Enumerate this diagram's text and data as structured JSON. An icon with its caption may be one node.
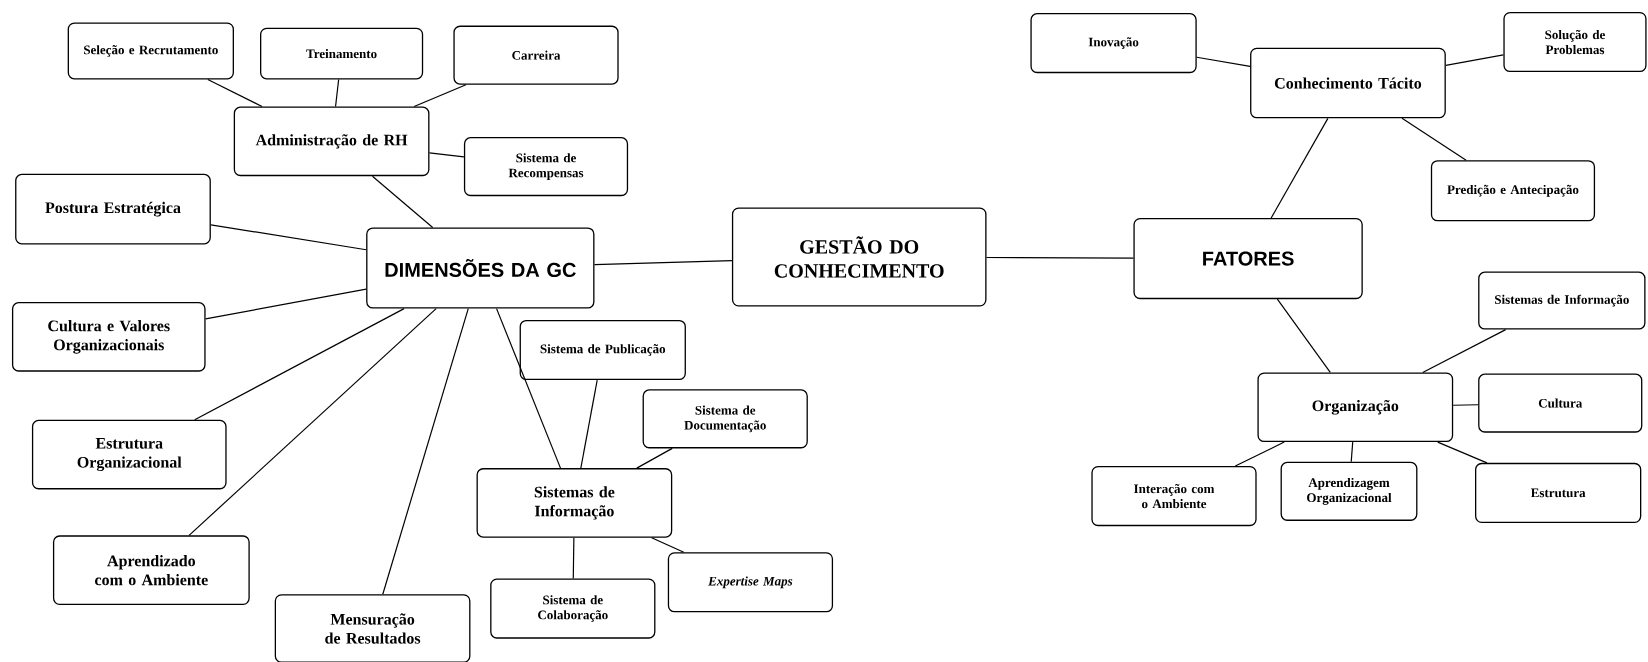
{
  "diagram": {
    "nodes": [
      {
        "text": [
          "Seleção e Recrutamento"
        ]
      },
      {
        "text": [
          "Treinamento"
        ]
      },
      {
        "text": [
          "Carreira"
        ]
      },
      {
        "text": [
          "Administração de RH"
        ]
      },
      {
        "text": [
          "Sistema de Recompensas"
        ]
      },
      {
        "text": [
          "Postura Estratégica"
        ]
      },
      {
        "text": [
          "DIMENSÕES DA GC"
        ]
      },
      {
        "text": [
          "GESTÃO DO CONHECIMENTO"
        ]
      },
      {
        "text": [
          "Cultura e Valores Organizacionais"
        ]
      },
      {
        "text": [
          "Sistema de Publicação"
        ]
      },
      {
        "text": [
          "Sistema de Documentação"
        ]
      },
      {
        "text": [
          "Estrutura Organizacional"
        ]
      },
      {
        "text": [
          "Sistemas de Informação"
        ]
      },
      {
        "text": [
          "Aprendizado com o Ambiente"
        ]
      },
      {
        "text": [
          "Expertise Maps"
        ]
      },
      {
        "text": [
          "Sistema de Colaboração"
        ]
      },
      {
        "text": [
          "Mensuração de Resultados"
        ]
      },
      {
        "text": [
          "Inovação"
        ]
      },
      {
        "text": [
          "Conhecimento Tácito"
        ]
      },
      {
        "text": [
          "Solução de Problemas"
        ]
      },
      {
        "text": [
          "Predição e Antecipação"
        ]
      },
      {
        "text": [
          "FATORES"
        ]
      },
      {
        "text": [
          "Sistemas de Informação"
        ]
      },
      {
        "text": [
          "Organização"
        ]
      },
      {
        "text": [
          "Cultura"
        ]
      },
      {
        "text": [
          "Interação com o Ambiente"
        ]
      },
      {
        "text": [
          "Aprendizagem Organizacional"
        ]
      },
      {
        "text": [
          "Estrutura"
        ]
      }
    ],
    "edges": [
      {
        "from": 3,
        "to": 0,
        "arrow": "none"
      },
      {
        "from": 3,
        "to": 1,
        "arrow": "none"
      },
      {
        "from": 3,
        "to": 2,
        "arrow": "none"
      },
      {
        "from": 3,
        "to": 4,
        "arrow": "none"
      },
      {
        "from": 6,
        "to": 3,
        "arrow": "none"
      },
      {
        "from": 6,
        "to": 5,
        "arrow": "none"
      },
      {
        "from": 6,
        "to": 8,
        "arrow": "none"
      },
      {
        "from": 6,
        "to": 11,
        "arrow": "none"
      },
      {
        "from": 6,
        "to": 13,
        "arrow": "none"
      },
      {
        "from": 6,
        "to": 16,
        "arrow": "none"
      },
      {
        "from": 6,
        "to": 12,
        "arrow": "none"
      },
      {
        "from": 7,
        "to": 6,
        "arrow": "none"
      },
      {
        "from": 7,
        "to": 21,
        "arrow": "none"
      },
      {
        "from": 21,
        "to": 18,
        "arrow": "none"
      },
      {
        "from": 18,
        "to": 17,
        "arrow": "none"
      },
      {
        "from": 18,
        "to": 19,
        "arrow": "none"
      },
      {
        "from": 18,
        "to": 20,
        "arrow": "none"
      },
      {
        "from": 21,
        "to": 23,
        "arrow": "none"
      },
      {
        "from": 23,
        "to": 22,
        "arrow": "none"
      },
      {
        "from": 23,
        "to": 24,
        "arrow": "none"
      },
      {
        "from": 23,
        "to": 25,
        "arrow": "none"
      },
      {
        "from": 23,
        "to": 26,
        "arrow": "none"
      },
      {
        "from": 23,
        "to": 27,
        "arrow": "none"
      },
      {
        "from": 12,
        "to": 9,
        "arrow": "none"
      },
      {
        "from": 12,
        "to": 10,
        "arrow": "none"
      },
      {
        "from": 12,
        "to": 14,
        "arrow": "none"
      },
      {
        "from": 12,
        "to": 15,
        "arrow": "none"
      }
    ]
  }
}
